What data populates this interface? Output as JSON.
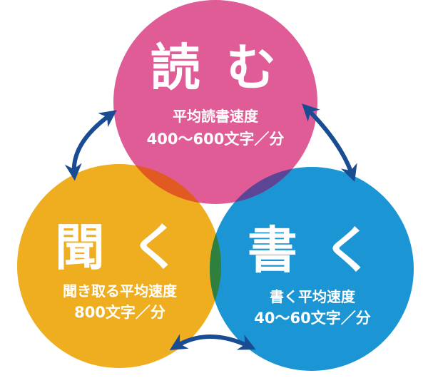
{
  "colors": {
    "read": "#df5c97",
    "listen": "#eeae1f",
    "write": "#1c95d4",
    "overlap_read_listen": "#e15a22",
    "overlap_read_write": "#5d4595",
    "overlap_listen_write": "#2f7f3f",
    "overlap_center": "#6a3d45",
    "arrow": "#1a4c93",
    "text": "#ffffff"
  },
  "read": {
    "title": "読 む",
    "label": "平均読書速度",
    "rate": "400～600文字／分"
  },
  "listen": {
    "title": "聞 く",
    "label": "聞き取る平均速度",
    "rate": "800文字／分"
  },
  "write": {
    "title": "書 く",
    "label": "書く平均速度",
    "rate": "40～60文字／分"
  },
  "icons": {
    "arrow_read_listen": "double-headed-curved-arrow",
    "arrow_read_write": "double-headed-curved-arrow",
    "arrow_listen_write": "double-headed-curved-arrow"
  }
}
